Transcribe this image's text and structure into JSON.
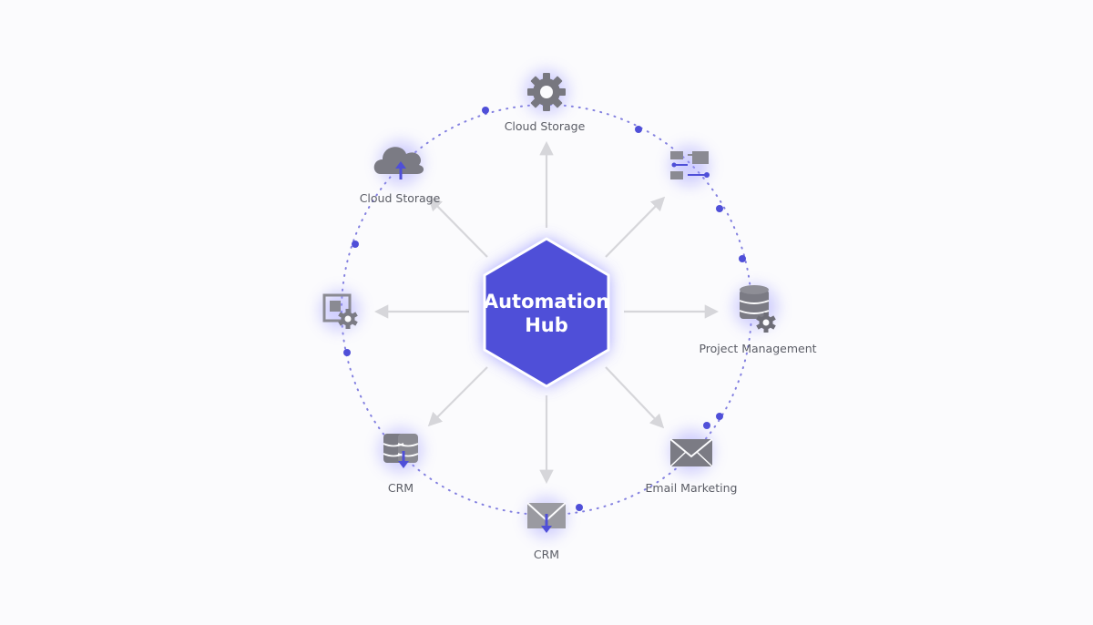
{
  "hub": {
    "title_line1": "Automation",
    "title_line2": "Hub"
  },
  "nodes": [
    {
      "id": "top",
      "label": "Cloud Storage",
      "icon": "gear-icon"
    },
    {
      "id": "top-right",
      "label": "",
      "icon": "workflow-icon"
    },
    {
      "id": "right",
      "label": "Project Management",
      "icon": "database-gear-icon"
    },
    {
      "id": "bottom-right",
      "label": "Email Marketing",
      "icon": "envelope-icon"
    },
    {
      "id": "bottom",
      "label": "CRM",
      "icon": "inbox-download-icon"
    },
    {
      "id": "bottom-left",
      "label": "CRM",
      "icon": "database-download-icon"
    },
    {
      "id": "left",
      "label": "",
      "icon": "settings-panel-icon"
    },
    {
      "id": "top-left",
      "label": "Cloud Storage",
      "icon": "cloud-upload-icon"
    }
  ],
  "colors": {
    "accent": "#4f4fd8",
    "glow": "#8f8cff",
    "arrow": "#d6d6da",
    "icon": "#77777f",
    "background": "#fbfbfd"
  }
}
